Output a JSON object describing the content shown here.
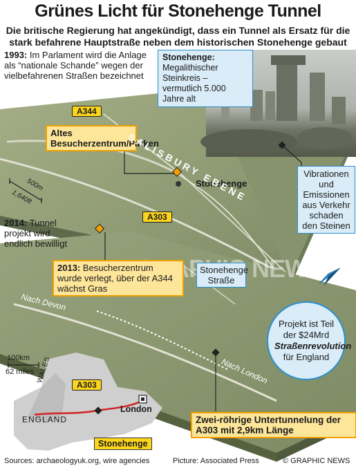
{
  "title": "Grünes Licht für Stonehenge Tunnel",
  "subtitle": "Die britische Regierung hat angekündigt, dass ein Tunnel als Ersatz für die stark befahrene Hauptstraße neben dem historischen Stonehenge gebaut wird",
  "note_1993": {
    "year": "1993:",
    "text": "Im Parlament wird die Anlage als “nationale Schande” wegen der vielbefahrenen Straßen bezeichnet"
  },
  "note_2014": {
    "year": "2014:",
    "text": "Tunnel projekt wird endlich bewilligt"
  },
  "stonehenge_box": {
    "heading": "Stonehenge:",
    "text": "Megalithischer Steinkreis – vermutlich 5.000 Jahre alt"
  },
  "vibration_box": "Vibrationen und Emissionen aus Verkehr schaden den Steinen",
  "road_labels": {
    "a344": "A344",
    "a303_top": "A303",
    "a303_map": "A303"
  },
  "old_visitor_centre": "Altes Besucherzentrum/Parken",
  "stonehenge_label_top": "Stonehenge",
  "salisbury": "SALISBURY EBENE",
  "scale_top": {
    "m": "500m",
    "ft": "1,640ft"
  },
  "box_2013": {
    "year": "2013:",
    "text": "Besucherzentrum wurde verlegt, über der A344 wächst Gras"
  },
  "stonehenge_strasse": "Stonehenge Straße",
  "nach_devon": "Nach Devon",
  "nach_london": "Nach London",
  "project_circle": {
    "line1": "Projekt ist Teil der $24Mrd",
    "bold": "Straßenrevolution",
    "line2": "für England"
  },
  "tunnel_box": "Zwei-röhrige Untertunnelung der A303 mit 2,9km Länge",
  "map": {
    "scale_km": "100km",
    "scale_mi": "62 miles",
    "wales": "WALES",
    "england": "ENGLAND",
    "london": "London",
    "stonehenge": "Stonehenge"
  },
  "watermark": "GRAPHIC NEWS",
  "footer": {
    "sources": "Sources: archaeologyuk.org, wire agencies",
    "picture": "Picture: Associated Press",
    "copyright": "© GRAPHIC NEWS"
  },
  "colors": {
    "terrain": "#8f9b74",
    "terrain_side": "#5d6a4c",
    "yellow": "#fbd51a",
    "orange": "#f0a000",
    "blue": "#2b8fd0",
    "light_blue": "#d9ecf7",
    "road_red": "#d42020"
  },
  "icons": [
    "compass-north-icon",
    "photo-marker-icon",
    "stonehenge-marker-icon"
  ]
}
